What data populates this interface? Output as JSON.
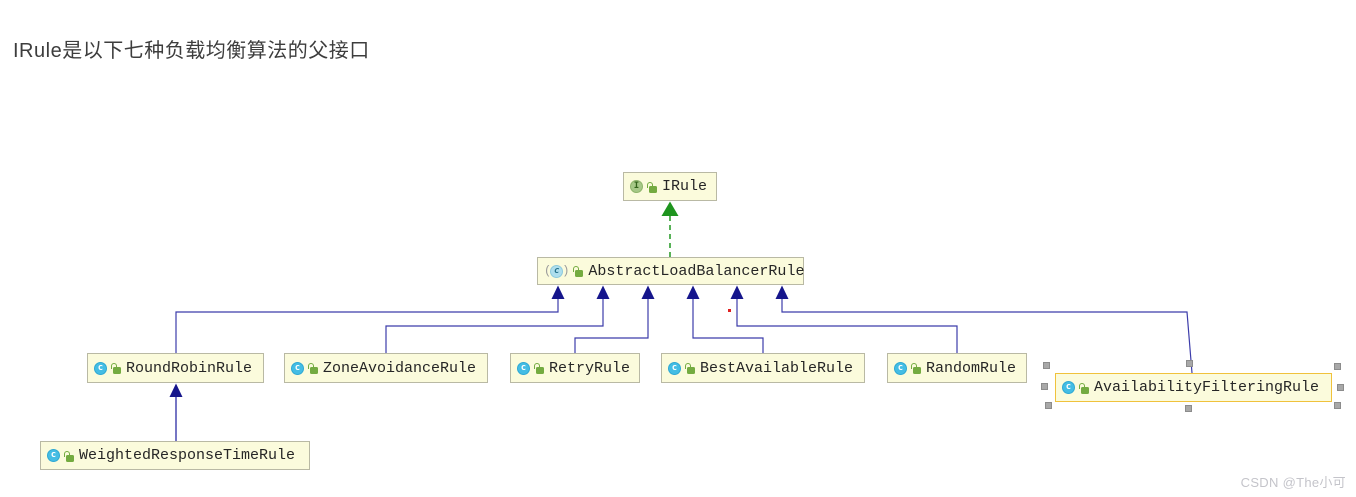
{
  "page": {
    "title": "IRule是以下七种负载均衡算法的父接口",
    "watermark": "CSDN @The小可"
  },
  "diagram": {
    "nodes": {
      "irule": {
        "label": "IRule",
        "kind": "interface",
        "visibility": "public"
      },
      "abstract": {
        "label": "AbstractLoadBalancerRule",
        "kind": "abstract-class",
        "visibility": "public"
      },
      "roundrobin": {
        "label": "RoundRobinRule",
        "kind": "class",
        "visibility": "public"
      },
      "zone": {
        "label": "ZoneAvoidanceRule",
        "kind": "class",
        "visibility": "public"
      },
      "retry": {
        "label": "RetryRule",
        "kind": "class",
        "visibility": "public"
      },
      "best": {
        "label": "BestAvailableRule",
        "kind": "class",
        "visibility": "public"
      },
      "random": {
        "label": "RandomRule",
        "kind": "class",
        "visibility": "public"
      },
      "availability": {
        "label": "AvailabilityFilteringRule",
        "kind": "class",
        "visibility": "public",
        "selected": true
      },
      "weighted": {
        "label": "WeightedResponseTimeRule",
        "kind": "class",
        "visibility": "public"
      }
    },
    "edges": [
      {
        "from": "AbstractLoadBalancerRule",
        "to": "IRule",
        "type": "implements"
      },
      {
        "from": "RoundRobinRule",
        "to": "AbstractLoadBalancerRule",
        "type": "extends"
      },
      {
        "from": "ZoneAvoidanceRule",
        "to": "AbstractLoadBalancerRule",
        "type": "extends"
      },
      {
        "from": "RetryRule",
        "to": "AbstractLoadBalancerRule",
        "type": "extends"
      },
      {
        "from": "BestAvailableRule",
        "to": "AbstractLoadBalancerRule",
        "type": "extends"
      },
      {
        "from": "RandomRule",
        "to": "AbstractLoadBalancerRule",
        "type": "extends"
      },
      {
        "from": "AvailabilityFilteringRule",
        "to": "AbstractLoadBalancerRule",
        "type": "extends"
      },
      {
        "from": "WeightedResponseTimeRule",
        "to": "RoundRobinRule",
        "type": "extends"
      }
    ],
    "selected_node": "AvailabilityFilteringRule",
    "icon_letters": {
      "interface": "I",
      "class": "c",
      "abstract": "c",
      "paren_open": "(",
      "paren_close": ")"
    },
    "colors": {
      "node_bg": "#fbfbdc",
      "node_border": "#b9b9a4",
      "selected_border": "#f0c23c",
      "extends_line": "#3c3caa",
      "extends_arrow": "#16168c",
      "implements_line": "#2f9e2f",
      "implements_arrow": "#1e941e",
      "interface_icon": "#a6c887",
      "class_icon": "#44bde4",
      "abstract_icon": "#aedeed",
      "lock_icon": "#74ab40",
      "title_text": "#3d3d3d",
      "watermark_text": "#c4c4ca"
    }
  }
}
